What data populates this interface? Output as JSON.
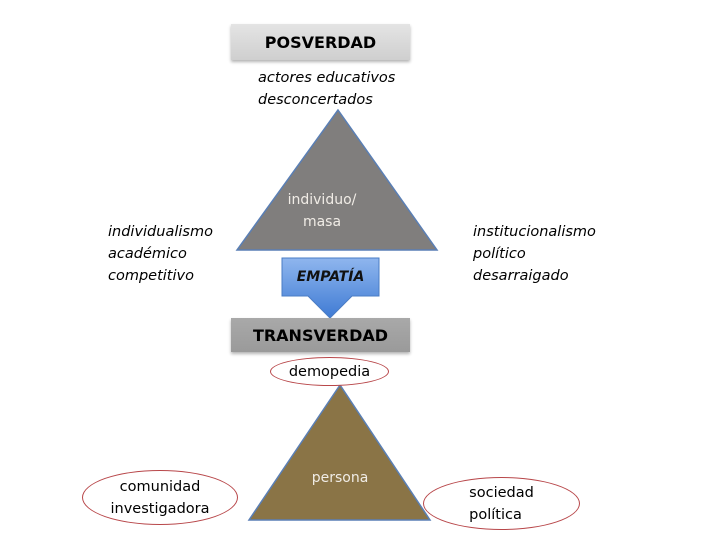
{
  "top_header": "POSVERDAD",
  "top_caption": [
    "actores educativos",
    "desconcertados"
  ],
  "top_triangle_label": [
    "individuo/",
    "masa"
  ],
  "left_caption": [
    "individualismo",
    "académico",
    "competitivo"
  ],
  "right_caption": [
    "institucionalismo",
    "político",
    "desarraigado"
  ],
  "arrow_label": "EMPATÍA",
  "bottom_header": "TRANSVERDAD",
  "bottom_top_ellipse": "demopedia",
  "bottom_triangle_label": "persona",
  "bottom_left_ellipse": [
    "comunidad",
    "investigadora"
  ],
  "bottom_right_ellipse": [
    "sociedad",
    "política"
  ],
  "colors": {
    "top_triangle": "#807e7d",
    "bottom_triangle": "#8a7446",
    "arrow": "#5b8fdc",
    "ellipse_border": "#b8474a",
    "triangle_border": "#5a7fb5"
  }
}
